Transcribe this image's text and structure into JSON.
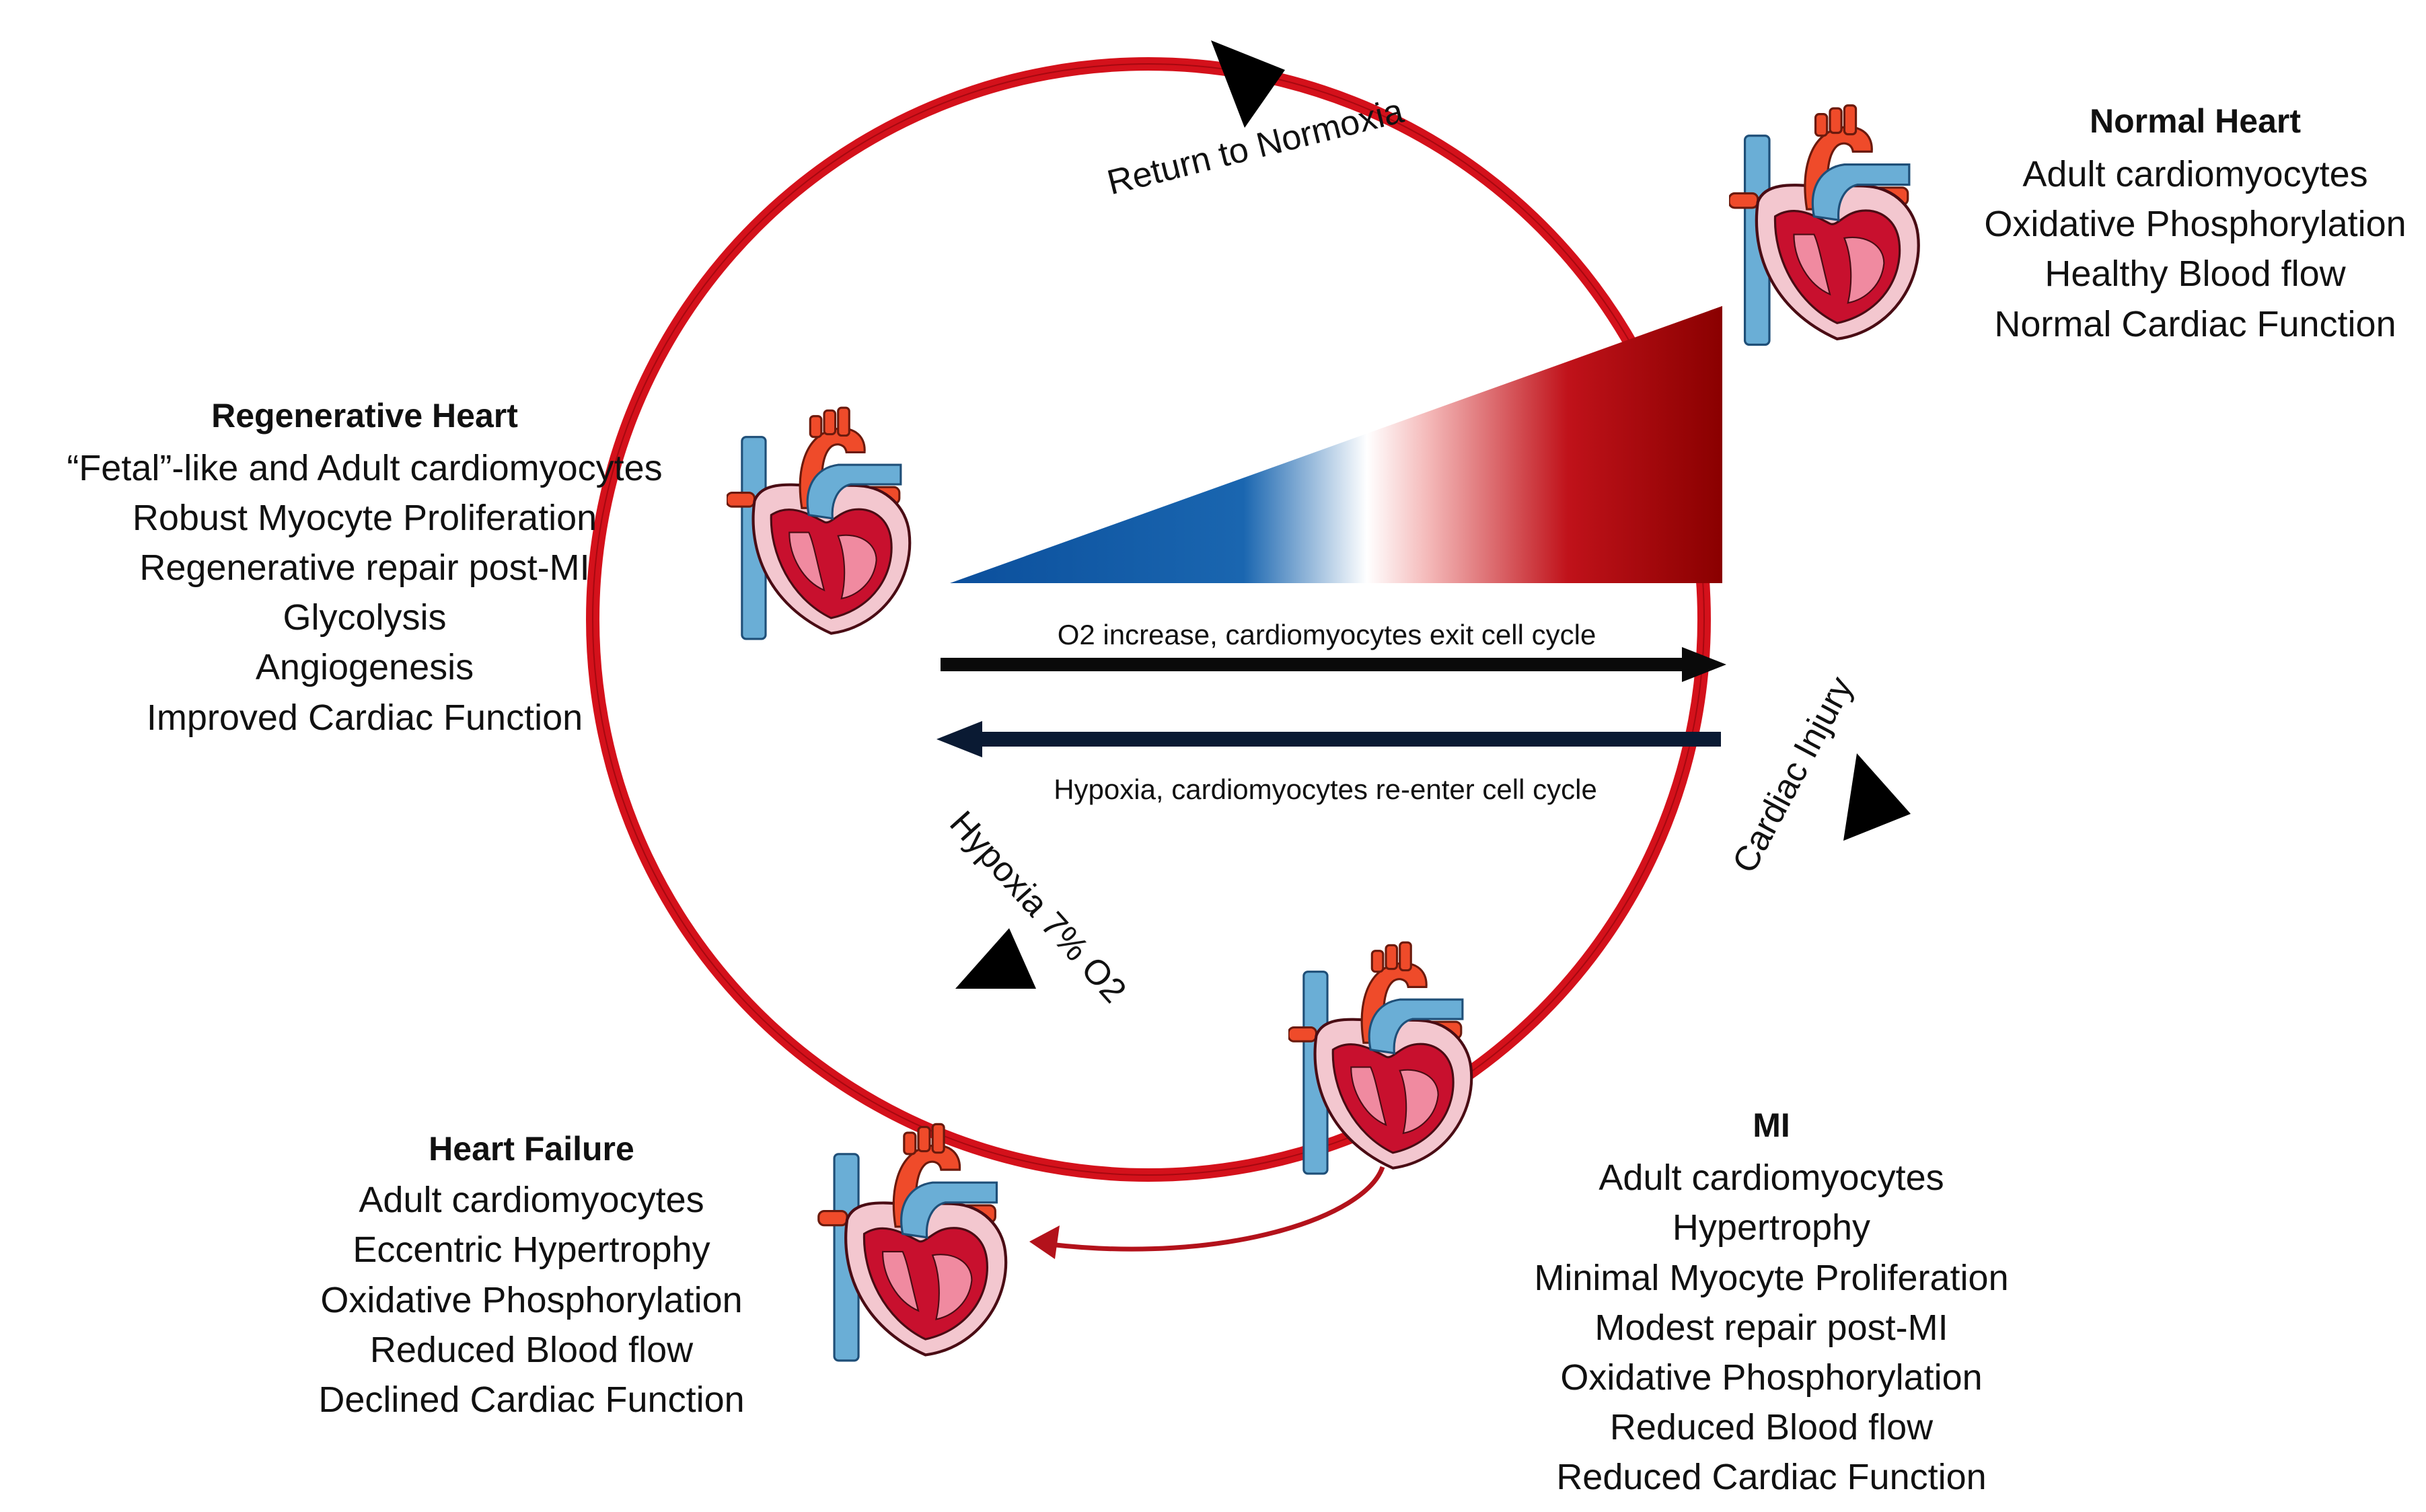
{
  "stages": {
    "normal": {
      "title": "Normal Heart",
      "lines": [
        "Adult cardiomyocytes",
        "Oxidative Phosphorylation",
        "Healthy Blood flow",
        "Normal Cardiac Function"
      ]
    },
    "regenerative": {
      "title": "Regenerative Heart",
      "lines": [
        "“Fetal”-like and Adult cardiomyocytes",
        "Robust Myocyte Proliferation",
        "Regenerative repair post-MI",
        "Glycolysis",
        "Angiogenesis",
        "Improved Cardiac Function"
      ]
    },
    "failure": {
      "title": "Heart Failure",
      "lines": [
        "Adult cardiomyocytes",
        "Eccentric Hypertrophy",
        "Oxidative Phosphorylation",
        "Reduced Blood flow",
        "Declined Cardiac Function"
      ]
    },
    "mi": {
      "title": "MI",
      "lines": [
        "Adult cardiomyocytes",
        "Hypertrophy",
        "Minimal  Myocyte Proliferation",
        "Modest repair post-MI",
        "Oxidative Phosphorylation",
        "Reduced Blood flow",
        "Reduced Cardiac Function"
      ]
    }
  },
  "cycle_labels": {
    "normoxia": "Return to Normoxia",
    "injury": "Cardiac Injury",
    "hypoxia": "Hypoxia 7% O2"
  },
  "center": {
    "increase_label": "O2 increase, cardiomyocytes  exit cell cycle",
    "hypoxia_label": "Hypoxia, cardiomyocytes re-enter cell cycle"
  },
  "colors": {
    "cycle_ring": "#d4111b",
    "gradient_blue": "#0b4f9c",
    "gradient_red": "#8a0000",
    "arrow_dark": "#0a0a0a",
    "arrow_navy": "#0a1a33",
    "heart_muscle": "#c8102e",
    "vessel_blue": "#6aaed6",
    "vessel_orange": "#ef4b2a"
  },
  "icons": [
    "heart-icon-normal",
    "heart-icon-regenerative",
    "heart-icon-mi",
    "heart-icon-failure"
  ]
}
